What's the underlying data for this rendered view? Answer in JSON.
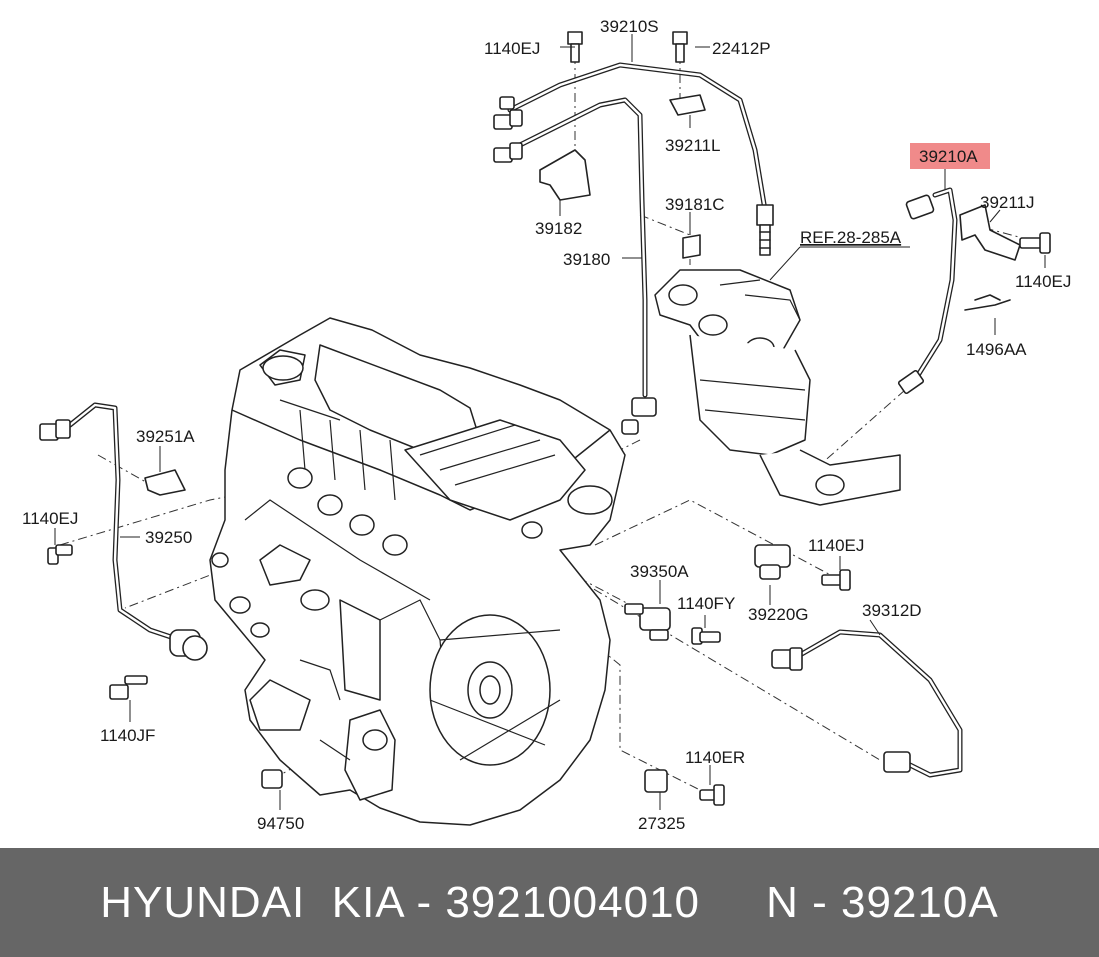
{
  "diagram": {
    "highlighted_part": "39210A",
    "reference": "REF.28-285A",
    "labels": {
      "p39210S": "39210S",
      "p1140EJ_top": "1140EJ",
      "p22412P": "22412P",
      "p39211L": "39211L",
      "p39210A": "39210A",
      "p39182": "39182",
      "p39181C": "39181C",
      "p39180": "39180",
      "p39211J": "39211J",
      "p1140EJ_right": "1140EJ",
      "p1496AA": "1496AA",
      "p39251A": "39251A",
      "p1140EJ_left": "1140EJ",
      "p39250": "39250",
      "p1140EJ_mid": "1140EJ",
      "p39350A": "39350A",
      "p1140FY": "1140FY",
      "p39220G": "39220G",
      "p39312D": "39312D",
      "p1140JF": "1140JF",
      "p1140ER": "1140ER",
      "p94750": "94750",
      "p27325": "27325"
    }
  },
  "footer": {
    "text": "HYUNDAI  KIA - 3921004010     N - 39210A"
  },
  "colors": {
    "highlight": "#f08a8a",
    "footer_bg": "#666666",
    "footer_text": "#ffffff"
  }
}
